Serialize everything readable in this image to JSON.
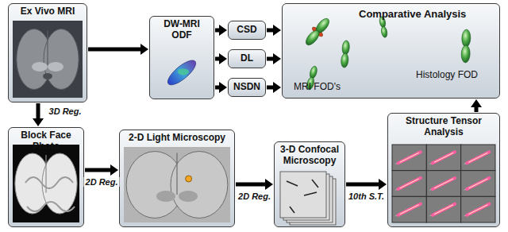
{
  "diagram": {
    "nodes": [
      {
        "text": [
          "Ex Vivo MRI"
        ]
      },
      {
        "text": [
          "DW-MRI ODF"
        ]
      },
      {
        "text": [
          "CSD"
        ]
      },
      {
        "text": [
          "DL"
        ]
      },
      {
        "text": [
          "NSDN"
        ]
      },
      {
        "text": [
          "Comparative Analysis",
          "MRI FOD's",
          "Histology FOD"
        ]
      },
      {
        "text": [
          "Block Face Photo"
        ]
      },
      {
        "text": [
          "2-D Light Microscopy"
        ]
      },
      {
        "text": [
          "3-D Confocal Microscopy"
        ]
      },
      {
        "text": [
          "Structure Tensor Analysis"
        ]
      }
    ],
    "edges": [
      {
        "from": 0,
        "to": 1,
        "arrow": "to"
      },
      {
        "from": 1,
        "to": 2,
        "arrow": "to"
      },
      {
        "from": 1,
        "to": 3,
        "arrow": "to"
      },
      {
        "from": 1,
        "to": 4,
        "arrow": "to"
      },
      {
        "from": 2,
        "to": 5,
        "arrow": "to"
      },
      {
        "from": 3,
        "to": 5,
        "arrow": "to"
      },
      {
        "from": 4,
        "to": 5,
        "arrow": "to"
      },
      {
        "from": 0,
        "to": 6,
        "label": "3D Reg.",
        "arrow": "to"
      },
      {
        "from": 6,
        "to": 7,
        "label": "2D Reg.",
        "arrow": "to"
      },
      {
        "from": 7,
        "to": 8,
        "label": "2D Reg.",
        "arrow": "to"
      },
      {
        "from": 8,
        "to": 9,
        "label": "10th S.T.",
        "arrow": "to"
      },
      {
        "from": 9,
        "to": 5,
        "arrow": "to"
      }
    ]
  }
}
